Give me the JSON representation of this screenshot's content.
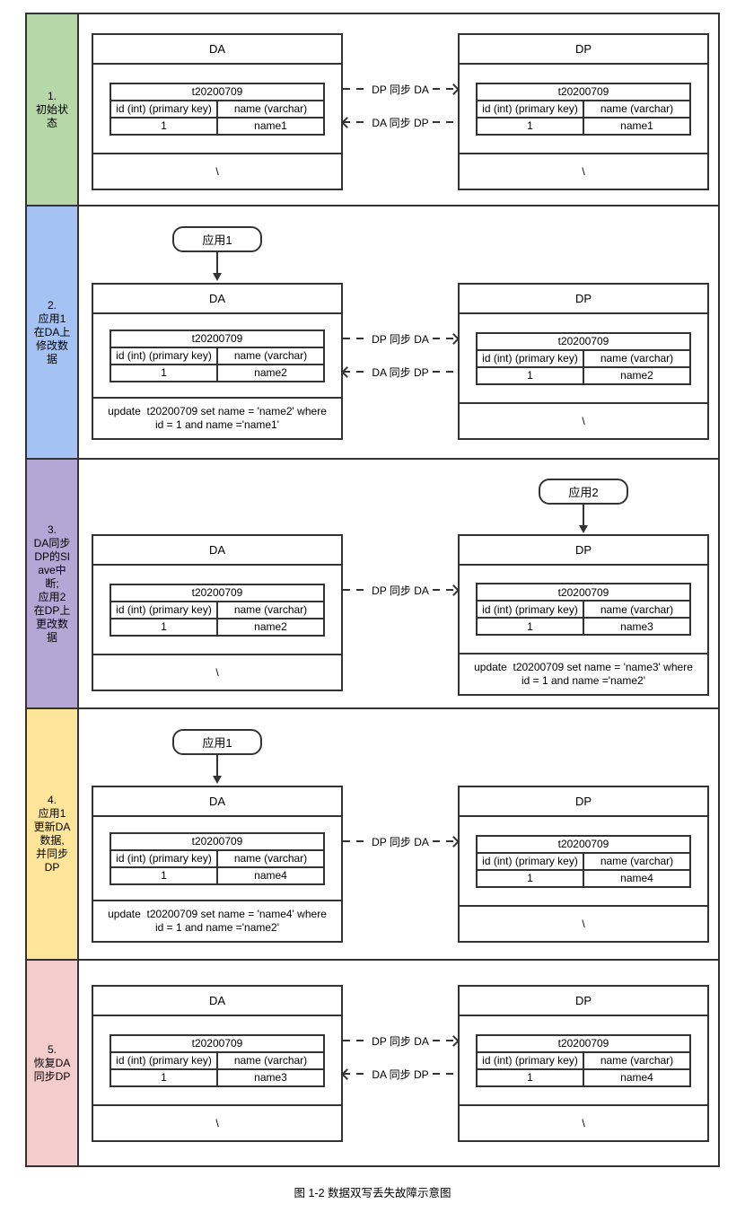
{
  "caption": "图 1-2 数据双写丢失故障示意图",
  "sync": {
    "dp_to_da": "DP 同步 DA",
    "da_to_dp": "DA 同步 DP"
  },
  "table": {
    "name": "t20200709",
    "col_id": "id (int) (primary key)",
    "col_name": "name (varchar)"
  },
  "stages": [
    {
      "label": "1.\n初始状\n态",
      "color": "#b6d7a8",
      "da": {
        "title": "DA",
        "id": "1",
        "name": "name1",
        "bottom": "\\"
      },
      "dp": {
        "title": "DP",
        "id": "1",
        "name": "name1",
        "bottom": "\\"
      }
    },
    {
      "label": "2.\n应用1\n在DA上\n修改数\n据",
      "color": "#a4c2f4",
      "app": "应用1",
      "da": {
        "title": "DA",
        "id": "1",
        "name": "name2",
        "bottom": "update  t20200709 set name = 'name2' where id = 1 and name ='name1'"
      },
      "dp": {
        "title": "DP",
        "id": "1",
        "name": "name2",
        "bottom": "\\"
      }
    },
    {
      "label": "3.\nDA同步\nDP的Sl\nave中\n断;\n应用2\n在DP上\n更改数\n据",
      "color": "#b4a7d6",
      "app": "应用2",
      "da": {
        "title": "DA",
        "id": "1",
        "name": "name2",
        "bottom": "\\"
      },
      "dp": {
        "title": "DP",
        "id": "1",
        "name": "name3",
        "bottom": "update  t20200709 set name = 'name3' where id = 1 and name ='name2'"
      }
    },
    {
      "label": "4.\n应用1\n更新DA\n数据,\n并同步\nDP",
      "color": "#ffe599",
      "app": "应用1",
      "da": {
        "title": "DA",
        "id": "1",
        "name": "name4",
        "bottom": "update  t20200709 set name = 'name4' where id = 1 and name ='name2'"
      },
      "dp": {
        "title": "DP",
        "id": "1",
        "name": "name4",
        "bottom": "\\"
      }
    },
    {
      "label": "5.\n恢复DA\n同步DP",
      "color": "#f4cccc",
      "da": {
        "title": "DA",
        "id": "1",
        "name": "name3",
        "bottom": "\\"
      },
      "dp": {
        "title": "DP",
        "id": "1",
        "name": "name4",
        "bottom": "\\"
      }
    }
  ]
}
